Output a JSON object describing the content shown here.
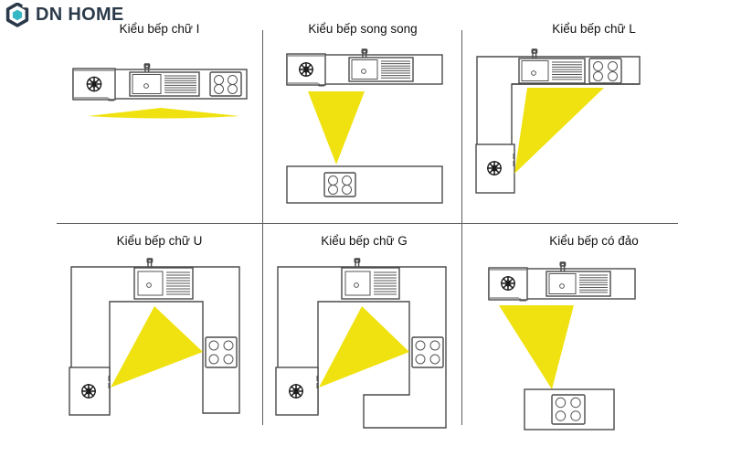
{
  "brand": {
    "name": "DN HOME",
    "logo_icon": "hexagon-logo-icon",
    "logo_outer_color": "#2b3a4a",
    "logo_inner_color": "#35b8c4",
    "wordmark_color": "#2b3a4a"
  },
  "theme": {
    "work_triangle_color": "#F0E211",
    "line_color": "#4a4a4a",
    "divider_color": "#5d5d5d",
    "background": "#ffffff"
  },
  "icons": {
    "refrigerator": "snowflake-icon",
    "sink": "sink-icon",
    "cooktop": "four-burner-cooktop-icon",
    "work_triangle": "work-triangle-shape"
  },
  "panels": [
    {
      "id": "kieu-bep-chu-i",
      "title": "Kiểu bếp chữ I",
      "layout_type": "single-line",
      "appliances": [
        "refrigerator",
        "sink",
        "cooktop"
      ],
      "work_triangle": "flat"
    },
    {
      "id": "kieu-bep-song-song",
      "title": "Kiểu bếp song song",
      "layout_type": "galley",
      "appliances": [
        "refrigerator",
        "sink",
        "cooktop"
      ],
      "work_triangle": "down"
    },
    {
      "id": "kieu-bep-chu-l",
      "title": "Kiểu bếp chữ L",
      "layout_type": "l-shape",
      "appliances": [
        "refrigerator",
        "sink",
        "cooktop"
      ],
      "work_triangle": "diagonal"
    },
    {
      "id": "kieu-bep-chu-u",
      "title": "Kiểu bếp chữ U",
      "layout_type": "u-shape",
      "appliances": [
        "refrigerator",
        "sink",
        "cooktop"
      ],
      "work_triangle": "wide"
    },
    {
      "id": "kieu-bep-chu-g",
      "title": "Kiểu bếp chữ G",
      "layout_type": "g-shape",
      "appliances": [
        "refrigerator",
        "sink",
        "cooktop"
      ],
      "work_triangle": "wide"
    },
    {
      "id": "kieu-bep-co-dao",
      "title": "Kiểu bếp có đảo",
      "layout_type": "island",
      "appliances": [
        "refrigerator",
        "sink",
        "cooktop"
      ],
      "work_triangle": "down-left"
    }
  ]
}
